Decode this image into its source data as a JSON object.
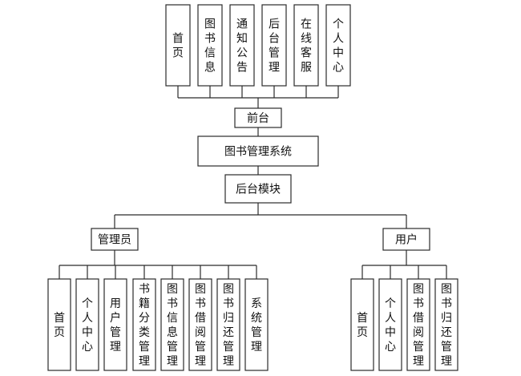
{
  "root": {
    "label": "图书管理系统"
  },
  "frontend": {
    "label": "前台",
    "items": [
      "首页",
      "图书信息",
      "通知公告",
      "后台管理",
      "在线客服",
      "个人中心"
    ]
  },
  "backend": {
    "label": "后台模块",
    "admin": {
      "label": "管理员",
      "items": [
        "首页",
        "个人中心",
        "用户管理",
        "书籍分类管理",
        "图书信息管理",
        "图书借阅管理",
        "图书归还管理",
        "系统管理"
      ]
    },
    "user": {
      "label": "用户",
      "items": [
        "首页",
        "个人中心",
        "图书借阅管理",
        "图书归还管理"
      ]
    }
  }
}
